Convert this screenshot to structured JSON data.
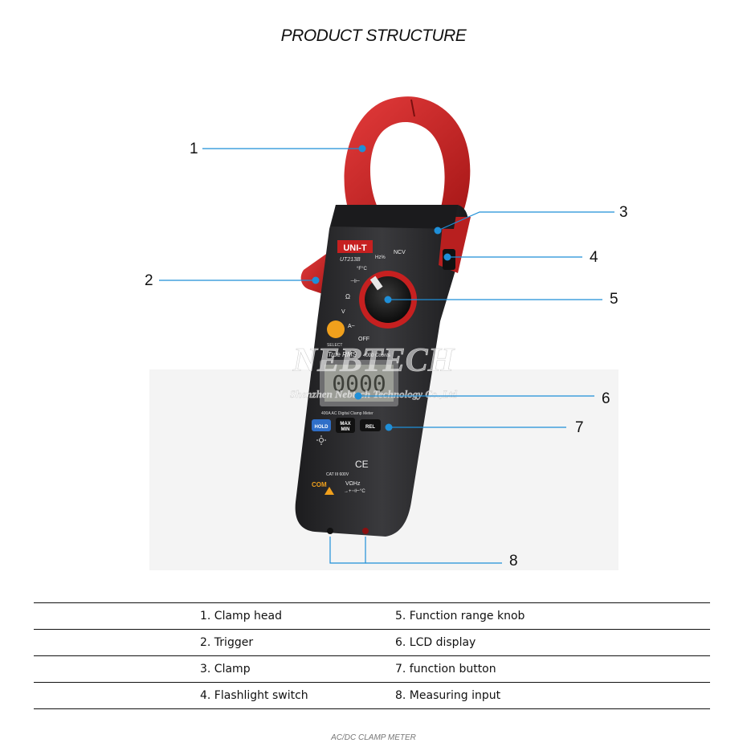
{
  "title": "PRODUCT STRUCTURE",
  "footer": "AC/DC  CLAMP METER",
  "watermark": {
    "brand": "NEBTECH",
    "company": "Shenzhen Nebtech Technology Co.,Ltd"
  },
  "device": {
    "brand": "UNI-T",
    "model": "UT213B",
    "ncv": "NCV",
    "hz": "Hz%",
    "temp": "°F°C",
    "cap": "⊣⊢",
    "ohm": "Ω",
    "volt": "V",
    "amp": "A~",
    "off": "OFF",
    "select": "SELECT",
    "true_rms": "True RMS",
    "counts": "4000 Counts",
    "lcd": "0000",
    "subtitle": "400A AC Digital Clamp Meter",
    "hold": "HOLD",
    "maxmin_top": "MAX",
    "maxmin_bottom": "MIN",
    "rel": "REL",
    "ce": "CE",
    "cat": "CAT III 600V",
    "com": "COM",
    "input": "VΩHz",
    "input2": "→+⊣⊢°C",
    "colors": {
      "body": "#2a2a2c",
      "red": "#d42a2a",
      "select": "#f0a01c",
      "hold": "#2f6fc8",
      "accent": "#1f8fd8"
    }
  },
  "callouts": [
    {
      "num": "1",
      "label": "Clamp head"
    },
    {
      "num": "2",
      "label": "Trigger"
    },
    {
      "num": "3",
      "label": "Clamp"
    },
    {
      "num": "4",
      "label": "Flashlight switch"
    },
    {
      "num": "5",
      "label": "Function range knob"
    },
    {
      "num": "6",
      "label": "LCD display"
    },
    {
      "num": "7",
      "label": "function button"
    },
    {
      "num": "8",
      "label": "Measuring input"
    }
  ],
  "legend": [
    {
      "left": "1. Clamp head",
      "right": "5. Function range knob"
    },
    {
      "left": "2. Trigger",
      "right": "6. LCD display"
    },
    {
      "left": "3. Clamp",
      "right": "7. function button"
    },
    {
      "left": "4. Flashlight switch",
      "right": "8. Measuring input"
    }
  ]
}
